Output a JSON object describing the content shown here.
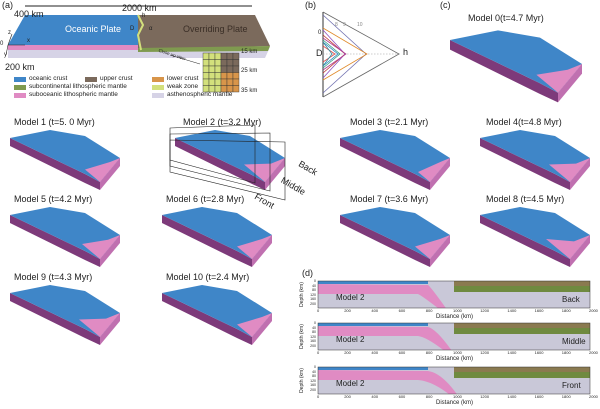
{
  "panel_a": {
    "label": "(a)",
    "width_label": "2000 km",
    "left_label": "400 km",
    "depth_label": "200 km",
    "oceanic_plate": "Oceanic Plate",
    "overriding_plate": "Overriding Plate",
    "axes": {
      "z": "z",
      "x": "x",
      "y": "y",
      "origin": "0"
    },
    "geom_labels": {
      "D": "D",
      "h": "h",
      "alpha": "α"
    },
    "closeup": "Close up view",
    "closeup_depths": [
      "15 km",
      "25 km",
      "35 km"
    ],
    "legend": [
      {
        "label": "oceanic crust",
        "color": "#3f86c8"
      },
      {
        "label": "upper crust",
        "color": "#7b6a5c"
      },
      {
        "label": "lower crust",
        "color": "#d8954a"
      },
      {
        "label": "subcontinental lithospheric mantle",
        "color": "#7f9a4f"
      },
      {
        "label": "weak zone",
        "color": "#d3e07c"
      },
      {
        "label": "suboceanic lithospheric mantle",
        "color": "#e08bc3"
      },
      {
        "label": "asthenospheric mantle",
        "color": "#d6d3e6"
      }
    ]
  },
  "panel_b": {
    "label": "(b)",
    "D": "D",
    "h": "h",
    "zero": "0",
    "numbers": [
      "8",
      "9",
      "10"
    ]
  },
  "panel_c": {
    "label": "(c)",
    "title": "Model 0(t=4.7 Myr)"
  },
  "models": [
    {
      "title": "Model 1 (t=5. 0 Myr)"
    },
    {
      "title": "Model 2 (t=3.2 Myr)"
    },
    {
      "title": "Model 3 (t=2.1 Myr)"
    },
    {
      "title": "Model 4(t=4.8 Myr)"
    },
    {
      "title": "Model 5 (t=4.2 Myr)"
    },
    {
      "title": "Model 6 (t=2.8 Myr)"
    },
    {
      "title": "Model 7 (t=3.6 Myr)"
    },
    {
      "title": "Model 8 (t=4.5 Myr)"
    },
    {
      "title": "Model 9 (t=4.3 Myr)"
    },
    {
      "title": "Model 10 (t=2.4 Myr)"
    }
  ],
  "slices": {
    "back": "Back",
    "middle": "Middle",
    "front": "Front"
  },
  "panel_d": {
    "label": "(d)",
    "xlabel": "Distance (km)",
    "ylabel": "Depth (km)",
    "xticks": [
      "0",
      "200",
      "400",
      "600",
      "800",
      "1000",
      "1200",
      "1400",
      "1600",
      "1800",
      "2000"
    ],
    "yticks": [
      "0",
      "40",
      "80",
      "120",
      "160",
      "200"
    ],
    "sections": [
      {
        "model": "Model 2",
        "slice": "Back"
      },
      {
        "model": "Model 2",
        "slice": "Middle"
      },
      {
        "model": "Model 2",
        "slice": "Front"
      }
    ]
  }
}
